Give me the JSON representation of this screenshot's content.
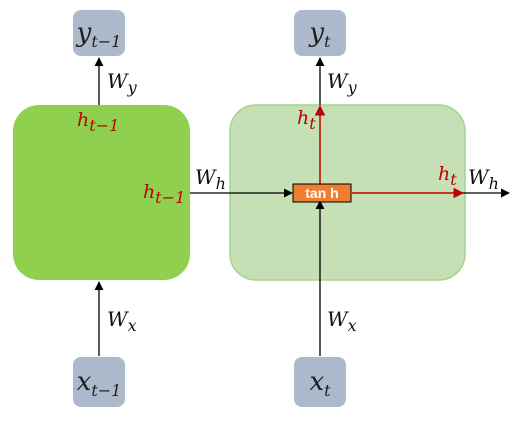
{
  "colors": {
    "cell_prev_fill": "#8fd14f",
    "cell_curr_fill": "#c5e0b4",
    "cell_curr_border": "#a9d18e",
    "node_fill": "#acb9ca",
    "tanh_fill": "#ed7d31",
    "hidden_arrow": "#c00000",
    "arrow": "#000000"
  },
  "nodes": {
    "y_prev": {
      "base": "y",
      "sub": "t−1"
    },
    "y_curr": {
      "base": "y",
      "sub": "t"
    },
    "x_prev": {
      "base": "x",
      "sub": "t−1"
    },
    "x_curr": {
      "base": "x",
      "sub": "t"
    }
  },
  "weights": {
    "wy_prev": {
      "base": "W",
      "sub": "y"
    },
    "wy_curr": {
      "base": "W",
      "sub": "y"
    },
    "wx_prev": {
      "base": "W",
      "sub": "x"
    },
    "wx_curr": {
      "base": "W",
      "sub": "x"
    },
    "wh_between": {
      "base": "W",
      "sub": "h"
    },
    "wh_out": {
      "base": "W",
      "sub": "h"
    }
  },
  "hidden_labels": {
    "prev_top": {
      "base": "h",
      "sub": "t−1"
    },
    "prev_right": {
      "base": "h",
      "sub": "t−1"
    },
    "curr_up": {
      "base": "h",
      "sub": "t"
    },
    "curr_right": {
      "base": "h",
      "sub": "t"
    }
  },
  "activation": {
    "label": "tan h"
  }
}
